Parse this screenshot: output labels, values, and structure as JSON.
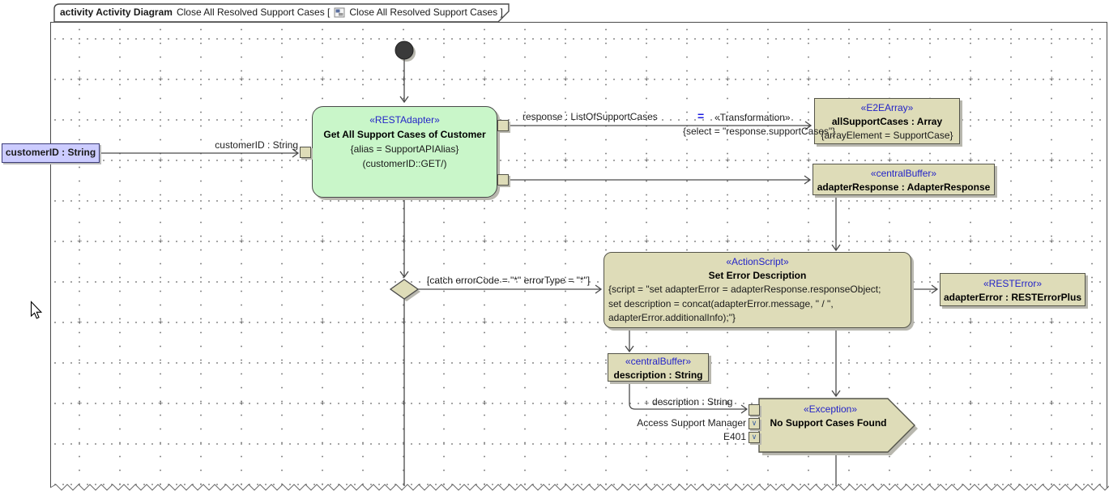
{
  "frame": {
    "keyword": "activity Activity Diagram",
    "title_pre": "Close All Resolved Support Cases [",
    "title_post": "Close All Resolved Support Cases ]"
  },
  "nodes": {
    "restAdapter": {
      "stereotype": "«RESTAdapter»",
      "name": "Get All Support Cases of Customer",
      "alias": "{alias = SupportAPIAlias}",
      "params": "(customerID::GET/)"
    },
    "e2eArray": {
      "stereotype": "«E2EArray»",
      "name": "allSupportCases : Array",
      "tag": "{arrayElement = SupportCase}"
    },
    "adapterResponse": {
      "stereotype": "«centralBuffer»",
      "name": "adapterResponse : AdapterResponse"
    },
    "actionScript": {
      "stereotype": "«ActionScript»",
      "name": "Set Error Description",
      "script1": "{script = \"set adapterError = adapterResponse.responseObject;",
      "script2": "set description = concat(adapterError.message, \" / \",",
      "script3": "adapterError.additionalInfo);\"}"
    },
    "restError": {
      "stereotype": "«RESTError»",
      "name": "adapterError : RESTErrorPlus"
    },
    "descriptionBuffer": {
      "stereotype": "«centralBuffer»",
      "name": "description : String"
    },
    "exception": {
      "stereotype": "«Exception»",
      "name": "No Support Cases Found",
      "pin_access": "Access Support Manager",
      "pin_e401": "E401"
    },
    "customerId": {
      "name": "customerID : String"
    }
  },
  "edges": {
    "customerId": "customerID : String",
    "response": "response : ListOfSupportCases",
    "transform_eq": "=",
    "transform": "«Transformation»",
    "transform_tag": "{select = \"response.supportCases\"}",
    "catch": "[catch errorCode = \"*\" errorType = \"*\"]",
    "description": "description : String"
  },
  "icons": {
    "value_pin_glyph": "∨"
  },
  "colors": {
    "stereotype_blue": "#2424c8",
    "node_fill": "#dedcb8",
    "adapter_green": "#c9f6c9",
    "param_lavender": "#ccccff",
    "line": "#4a4a4a"
  }
}
